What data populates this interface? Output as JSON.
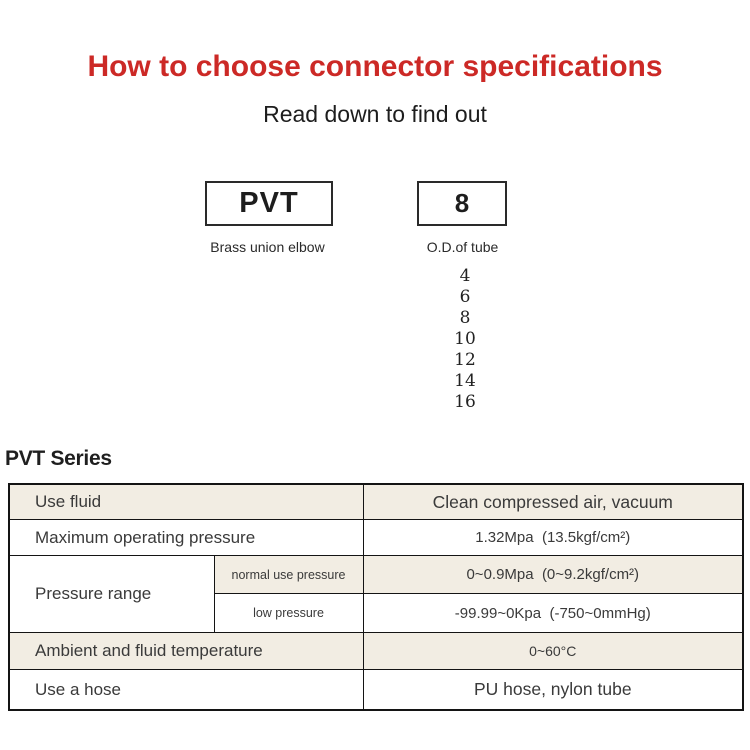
{
  "page": {
    "title": "How to choose connector specifications",
    "subtitle": "Read down to find out"
  },
  "selector": {
    "model_box": "PVT",
    "model_label": "Brass union elbow",
    "size_box": "8",
    "size_label": "O.D.of tube",
    "size_options": [
      "4",
      "6",
      "8",
      "10",
      "12",
      "14",
      "16"
    ]
  },
  "series": {
    "heading": "PVT Series"
  },
  "spec_table": {
    "use_fluid": {
      "label": "Use fluid",
      "value": "Clean compressed air, vacuum"
    },
    "max_pressure": {
      "label": "Maximum operating pressure",
      "value": "1.32Mpa  (13.5kgf/cm²)"
    },
    "pressure_range": {
      "label": "Pressure range",
      "normal": {
        "label": "normal use pressure",
        "value": "0~0.9Mpa  (0~9.2kgf/cm²)"
      },
      "low": {
        "label": "low pressure",
        "value": "-99.99~0Kpa  (-750~0mmHg)"
      }
    },
    "temperature": {
      "label": "Ambient and fluid temperature",
      "value": "0~60°C"
    },
    "hose": {
      "label": "Use a hose",
      "value": "PU hose, nylon tube"
    }
  },
  "colors": {
    "accent_red": "#cc2926",
    "row_beige": "#f2ede3",
    "border_black": "#141414"
  }
}
